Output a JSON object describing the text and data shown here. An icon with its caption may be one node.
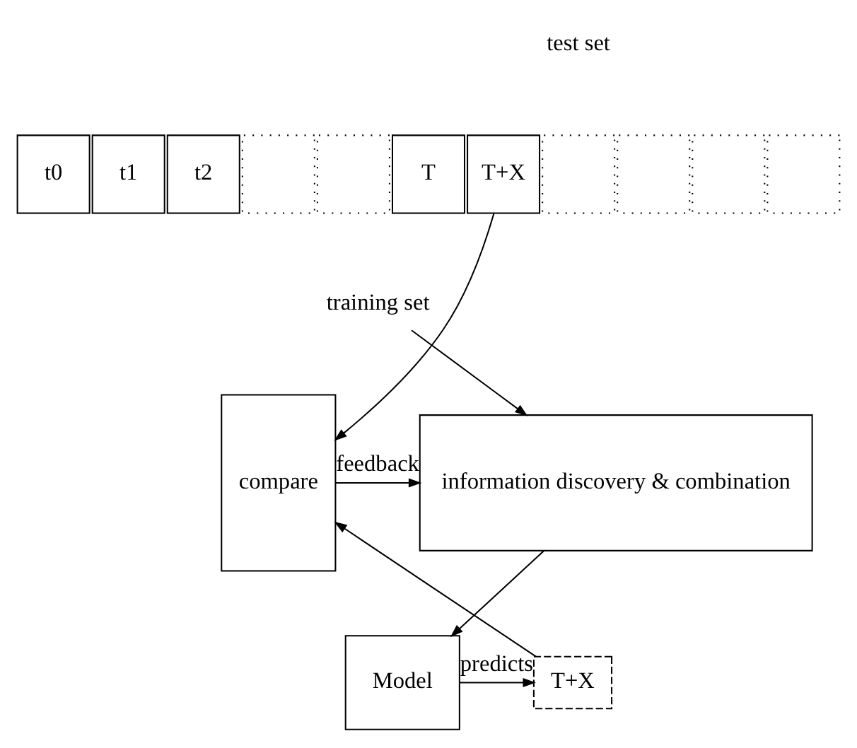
{
  "diagram": {
    "nodes": [
      {
        "text": [
          "t0"
        ]
      },
      {
        "text": [
          "t1"
        ]
      },
      {
        "text": [
          "t2"
        ]
      },
      {
        "text": [],
        "shape": "box"
      },
      {
        "text": [],
        "shape": "box"
      },
      {
        "text": [
          "T"
        ]
      },
      {
        "text": [
          "T+X"
        ]
      },
      {
        "text": [],
        "shape": "box"
      },
      {
        "text": [],
        "shape": "box"
      },
      {
        "text": [],
        "shape": "box"
      },
      {
        "text": [],
        "shape": "box"
      },
      {
        "text": [
          "training set"
        ]
      },
      {
        "text": [
          "information discovery & combination"
        ]
      },
      {
        "text": [
          "compare"
        ]
      },
      {
        "text": [
          "Model"
        ]
      },
      {
        "text": [
          "T+X"
        ]
      }
    ],
    "edges": [
      {
        "from": 6,
        "to": 13,
        "arrow": "to"
      },
      {
        "from": 11,
        "to": 12,
        "arrow": "to"
      },
      {
        "from": 13,
        "to": 12,
        "arrow": "to",
        "label": "feedback"
      },
      {
        "from": 12,
        "to": 14,
        "arrow": "to"
      },
      {
        "from": 14,
        "to": 15,
        "arrow": "to",
        "label": "predicts"
      },
      {
        "from": 15,
        "to": 13,
        "arrow": "to"
      }
    ],
    "labels": [
      "test set"
    ]
  }
}
